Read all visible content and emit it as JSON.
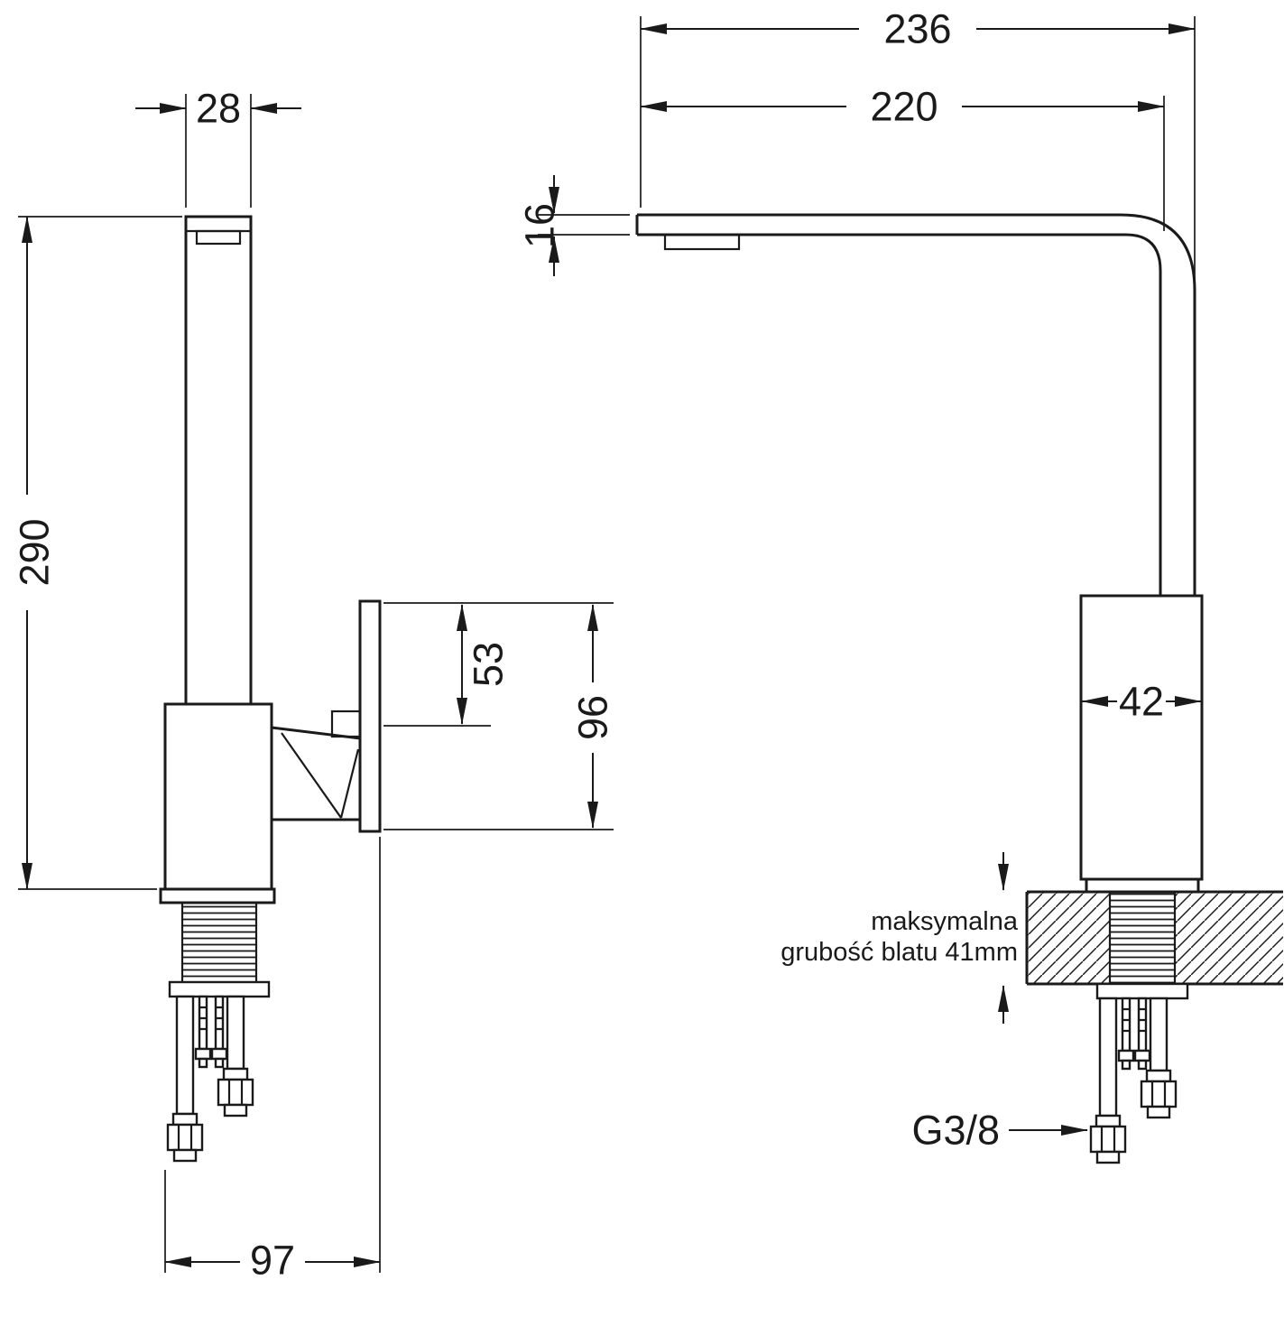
{
  "drawing": {
    "type": "technical-dimension-drawing",
    "subject": "kitchen faucet, two orthographic views with dimensions (mm)",
    "colors": {
      "line": "#1a1a1a",
      "background": "#ffffff"
    },
    "side_view": {
      "spout_width": "28",
      "overall_height": "290",
      "handle_upper": "53",
      "handle_height": "96",
      "base_depth": "97"
    },
    "front_view": {
      "overall_reach": "236",
      "spout_reach": "220",
      "spout_thickness": "16",
      "body_width": "42",
      "counter_note_line1": "maksymalna",
      "counter_note_line2": "grubość blatu 41mm",
      "connection_label": "G3/8"
    }
  }
}
